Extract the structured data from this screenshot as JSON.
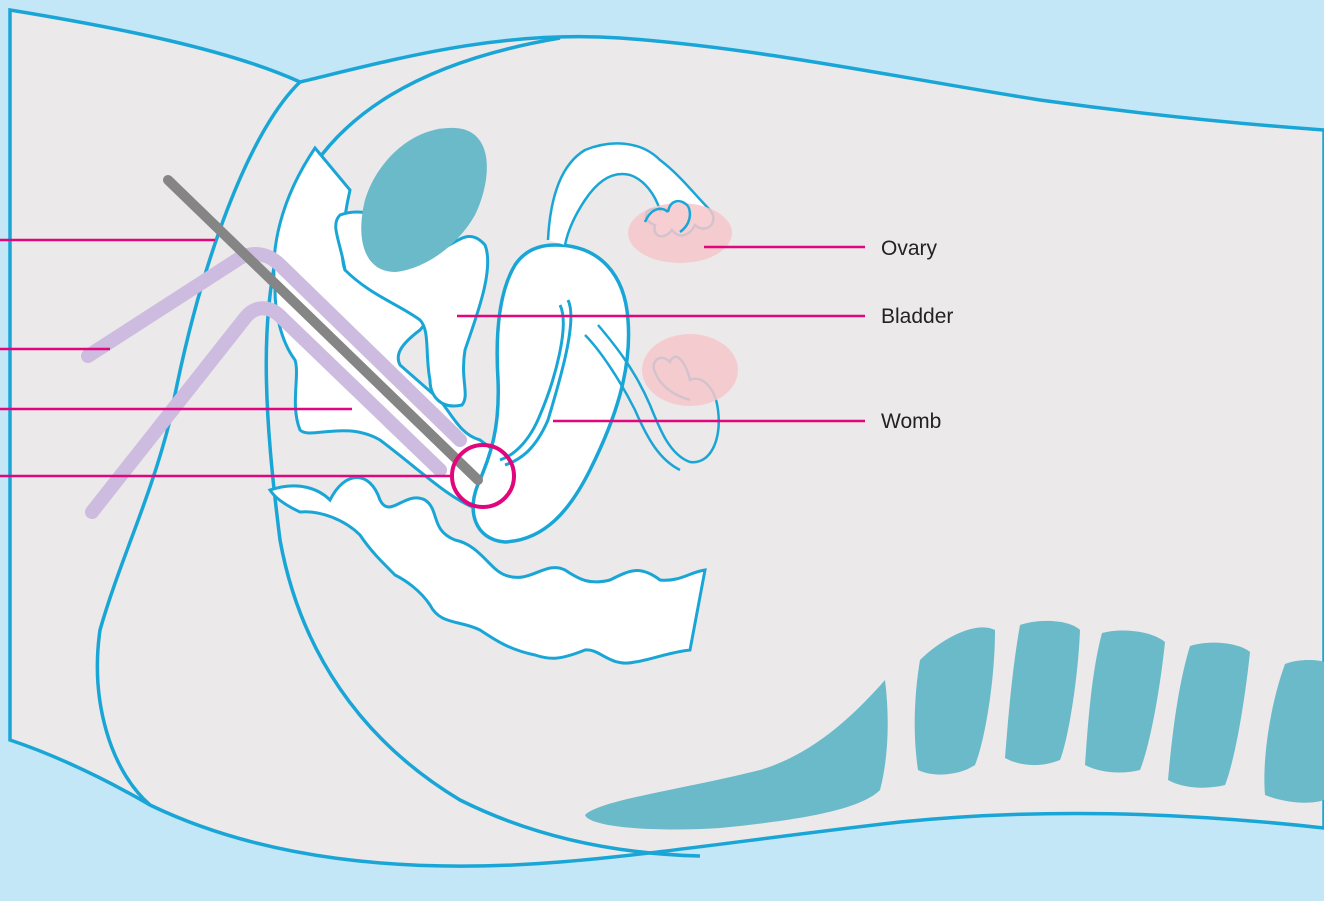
{
  "diagram": {
    "labels": {
      "ovary": "Ovary",
      "bladder": "Bladder",
      "womb": "Womb"
    },
    "colors": {
      "background": "#c3e7f7",
      "body_fill": "#ebe9ea",
      "outline": "#19a6d6",
      "organ_fill": "#ffffff",
      "bone": "#6abac9",
      "ovary_fill": "#f6c7cb",
      "pointer_line": "#e0067c",
      "speculum": "#cdbbe0",
      "instrument": "#858585"
    }
  }
}
